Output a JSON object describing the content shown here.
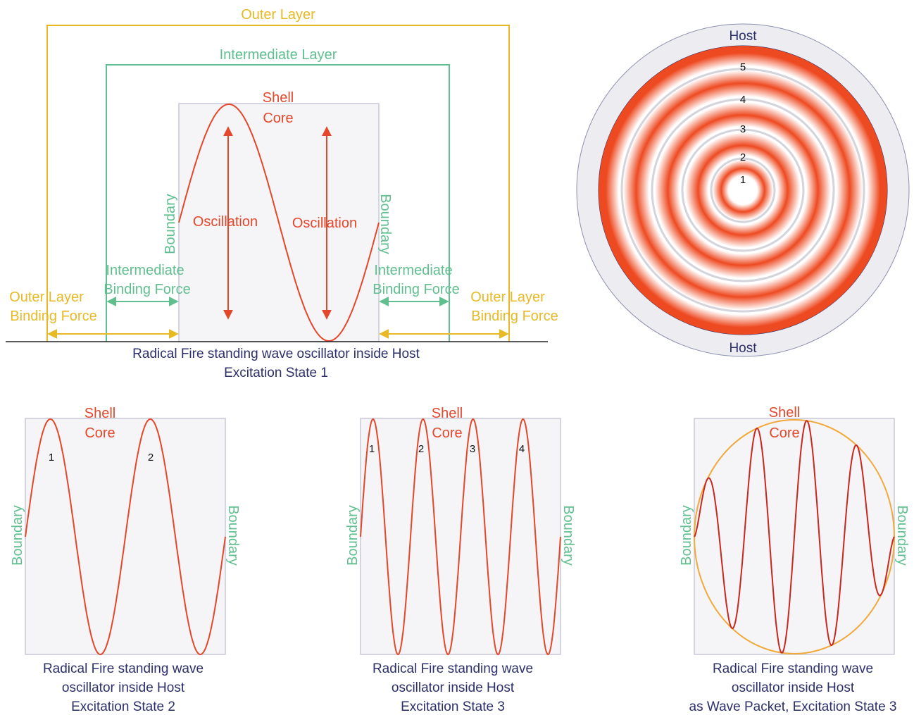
{
  "colors": {
    "outer": "#e8b923",
    "intermediate": "#5fbf8f",
    "wave": "#e4472b",
    "caption": "#2b2f6b",
    "box": "#f5f5f7",
    "box_edge": "#c9c9d8"
  },
  "main": {
    "outer_layer": "Outer Layer",
    "intermediate_layer": "Intermediate Layer",
    "shell": "Shell",
    "core": "Core",
    "oscillation_left": "Oscillation",
    "oscillation_right": "Oscillation",
    "boundary_left": "Boundary",
    "boundary_right": "Boundary",
    "intermediate_force_left": [
      "Intermediate",
      "Binding Force"
    ],
    "intermediate_force_right": [
      "Intermediate",
      "Binding Force"
    ],
    "outer_force_left": [
      "Outer Layer",
      "Binding Force"
    ],
    "outer_force_right": [
      "Outer Layer",
      "Binding Force"
    ],
    "caption": [
      "Radical Fire standing wave oscillator inside Host",
      "Excitation State 1"
    ]
  },
  "rings": {
    "host_top": "Host",
    "host_bottom": "Host",
    "numbers": [
      "1",
      "2",
      "3",
      "4",
      "5"
    ]
  },
  "panels": [
    {
      "shell": "Shell",
      "core": "Core",
      "boundary_left": "Boundary",
      "boundary_right": "Boundary",
      "peaks": [
        "1",
        "2"
      ],
      "caption": [
        "Radical Fire standing wave",
        "oscillator inside Host",
        "Excitation State 2"
      ]
    },
    {
      "shell": "Shell",
      "core": "Core",
      "boundary_left": "Boundary",
      "boundary_right": "Boundary",
      "peaks": [
        "1",
        "2",
        "3",
        "4"
      ],
      "caption": [
        "Radical Fire standing wave",
        "oscillator inside Host",
        "Excitation State 3"
      ]
    },
    {
      "shell": "Shell",
      "core": "Core",
      "boundary_left": "Boundary",
      "boundary_right": "Boundary",
      "peaks": [],
      "caption": [
        "Radical Fire standing wave",
        "oscillator inside Host",
        "as Wave Packet, Excitation State 3"
      ]
    }
  ]
}
